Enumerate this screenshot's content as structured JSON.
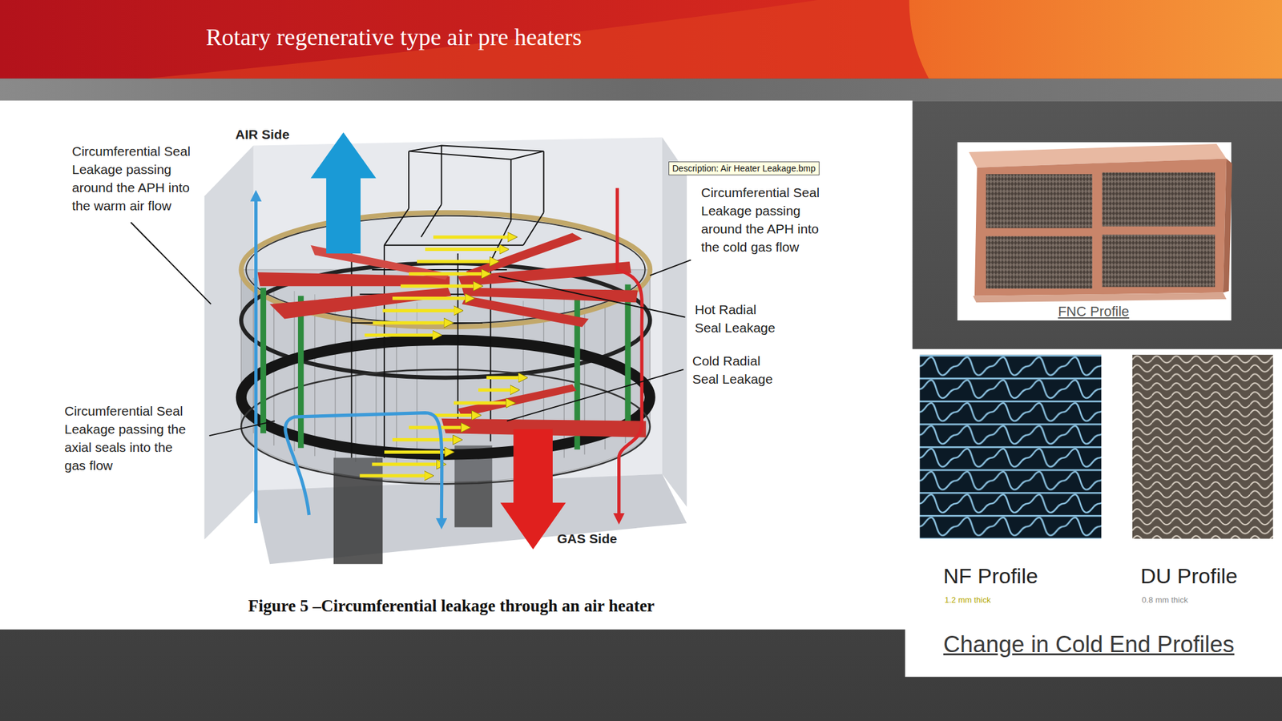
{
  "diagram": {
    "title": "Rotary regenerative type air pre heaters",
    "caption": "Figure 5 –Circumferential leakage through an air heater",
    "nodes": [
      {
        "text": [
          "Description: Air Heater Leakage.bmp"
        ]
      }
    ],
    "labels": [
      "AIR Side",
      "Circumferential Seal Leakage passing around the APH into the warm air flow",
      "Circumferential Seal Leakage passing around the APH into the cold gas flow",
      "Hot Radial Seal Leakage",
      "Cold Radial Seal Leakage",
      "Circumferential Seal Leakage passing the axial seals into the gas flow",
      "GAS Side",
      "FNC Profile",
      "NF Profile",
      "1.2 mm thick",
      "DU Profile",
      "0.8 mm thick",
      "Change in Cold End Profiles"
    ]
  }
}
